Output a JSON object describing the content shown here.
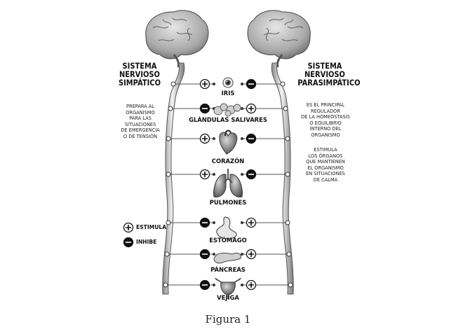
{
  "left_panel": {
    "title": "SISTEMA\nNERVIOSO\nSIMPÁTICO",
    "description": "PREPARA AL\nORGANISMO\nPARA LAS\nSITUACIONES\nDE EMERGENCIA\nO DE TENSIÓN"
  },
  "right_panel": {
    "title": "SISTEMA\nNERVIOSO\nPARASIMPÁTICO",
    "description_1": "ES EL PRINCIPAL\nREGULADOR\nDE LA HOMEOSTASIS\nO EQUILIBRIO\nINTERNO DEL\nORGANISMO",
    "description_2": "ESTIMULA\nLOS ÓRGANOS\nQUE MANTIENEN\nEL ORGANISMO\nEN SITUACIONES\nDE CALMA"
  },
  "organs": [
    {
      "name": "IRIS",
      "icon": "eye-icon",
      "left_effect": "+",
      "right_effect": "-"
    },
    {
      "name": "GLÁNDULAS SALIVARES",
      "icon": "salivary-glands-icon",
      "left_effect": "-",
      "right_effect": "+"
    },
    {
      "name": "CORAZÓN",
      "icon": "heart-icon",
      "left_effect": "+",
      "right_effect": "-"
    },
    {
      "name": "PULMONES",
      "icon": "lungs-icon",
      "left_effect": "+",
      "right_effect": "-"
    },
    {
      "name": "ESTÓMAGO",
      "icon": "stomach-icon",
      "left_effect": "-",
      "right_effect": "+"
    },
    {
      "name": "PÁNCREAS",
      "icon": "pancreas-icon",
      "left_effect": "-",
      "right_effect": "+"
    },
    {
      "name": "VEJIGA",
      "icon": "bladder-icon",
      "left_effect": "-",
      "right_effect": "+"
    }
  ],
  "legend": {
    "stimulate_label": "ESTIMULA",
    "inhibit_label": "INHIBE"
  },
  "caption": "Figura 1"
}
